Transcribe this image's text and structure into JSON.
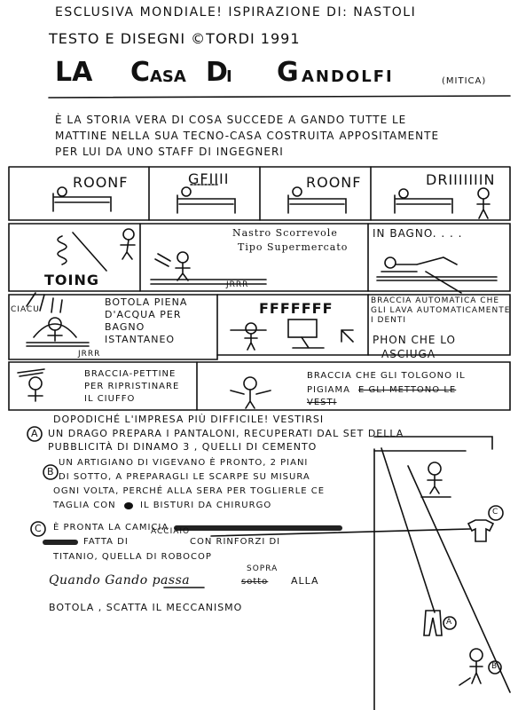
{
  "header": {
    "line1": "ESCLUSIVA MONDIALE!  ISPIRAZIONE DI: NASTOLI",
    "line2": "TESTO E DISEGNI ©TORDI 1991",
    "title_la": "LA",
    "title_la_small": "",
    "title_casa_initial": "C",
    "title_casa_rest": "ASA",
    "title_di_initial": "D",
    "title_di_rest": "I",
    "title_gandolfi_initial": "G",
    "title_gandolfi_rest": "ANDOLFI",
    "title_note": "(MITICA)"
  },
  "intro": {
    "line1": "È LA STORIA VERA DI COSA SUCCEDE A GANDO TUTTE LE",
    "line2": "MATTINE NELLA SUA TECNO-CASA COSTRUITA APPOSITAMENTE",
    "line3": "PER LUI DA UNO STAFF DI INGEGNERI"
  },
  "strip1": {
    "p1_sound": "ROONF",
    "p2_sound": "GFIIII",
    "p3_sound": "ROONF",
    "p4_sound": "DRIIIIIIIN"
  },
  "strip2": {
    "p1_sound": "TOING",
    "p2_caption_1": "Nastro Scorrevole",
    "p2_caption_2": "Tipo Supermercato",
    "p2_sound": "JRRR",
    "p3_caption": "IN BAGNO. . . ."
  },
  "strip3": {
    "p1_sound": "CIACU",
    "p1_sound2": "JRRR",
    "p1_caption_1": "BOTOLA PIENA",
    "p1_caption_2": "D'ACQUA PER",
    "p1_caption_3": "BAGNO",
    "p1_caption_4": "ISTANTANEO",
    "p2_sound": "FFFFFFF",
    "p2_caption_1": "PHON CHE LO",
    "p2_caption_2": "ASCIUGA",
    "p3_caption_1": "BRACCIA AUTOMATICA CHE",
    "p3_caption_2": "GLI LAVA AUTOMATICAMENTE",
    "p3_caption_3": "I DENTI"
  },
  "strip4": {
    "p1_caption_1": "BRACCIA-PETTINE",
    "p1_caption_2": "PER RIPRISTINARE",
    "p1_caption_3": "IL CIUFFO",
    "p2_caption_1": "BRACCIA CHE GLI TOLGONO IL",
    "p2_caption_2": "PIGIAMA",
    "p2_caption_strike": "E GLI METTONO LE",
    "p2_caption_strike2": "VESTI"
  },
  "body": {
    "intro_1": "DOPODICHÉ L'IMPRESA PIÙ DIFFICILE! VESTIRSI",
    "a_label": "A",
    "a_line1": "UN DRAGO PREPARA I PANTALONI, RECUPERATI DAL SET DELLA",
    "a_line2": "PUBBLICITÀ DI DINAMO 3 , QUELLI DI CEMENTO",
    "b_label": "B",
    "b_line1": "UN ARTIGIANO DI VIGEVANO È PRONTO, 2 PIANI",
    "b_line2": "DI SOTTO, A PREPARAGLI LE SCARPE SU MISURA",
    "b_line3": "OGNI VOLTA, PERCHÉ ALLA SERA PER TOGLIERLE CE",
    "b_line4": "TAGLIA CON",
    "b_line4b": "IL BISTURI DA CHIRURGO",
    "c_label": "C",
    "c_line1": "È PRONTA LA CAMICIA",
    "c_line2": "FATTA DI",
    "c_note": "ACCIAIO",
    "c_line2b": "CON RINFORZI DI",
    "c_line3": "TITANIO, QUELLA DI ROBOCOP",
    "final_1": "Quando Gando passa",
    "final_strike": "sotto",
    "final_note": "SOPRA",
    "final_1b": "ALLA",
    "final_2": "BOTOLA , SCATTA IL MECCANISMO",
    "fig_c_label": "C",
    "fig_a_label": "A",
    "fig_b_label": "B"
  }
}
